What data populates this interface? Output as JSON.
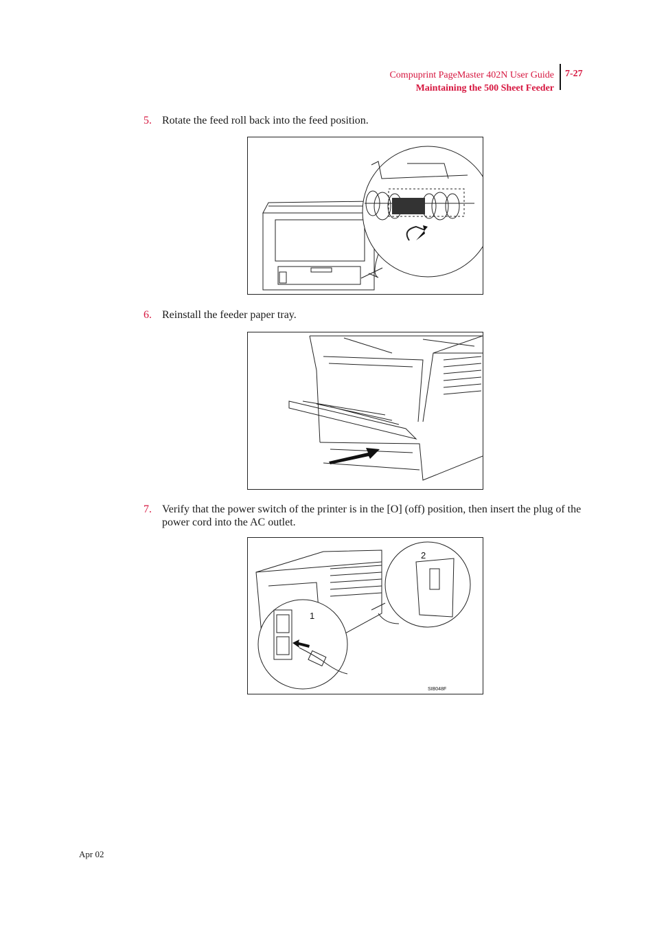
{
  "header": {
    "title": "Compuprint PageMaster 402N User Guide",
    "section": "Maintaining the 500 Sheet Feeder",
    "page_number": "7-27"
  },
  "steps": [
    {
      "number": "5.",
      "text": "Rotate the feed roll back into the feed position."
    },
    {
      "number": "6.",
      "text": "Reinstall the feeder paper tray."
    },
    {
      "number": "7.",
      "text": "Verify that the power switch of the printer is in the [O] (off) position, then insert the plug of the power cord into the AC outlet."
    }
  ],
  "figure3": {
    "callout_outlet": "1",
    "callout_switch": "2",
    "figure_code": "SIB048F"
  },
  "footer": {
    "date": "Apr 02"
  }
}
